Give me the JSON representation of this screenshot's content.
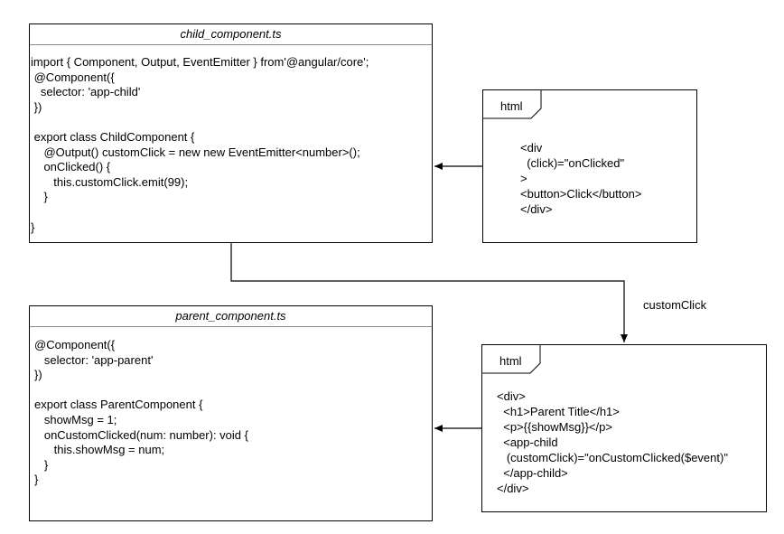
{
  "child_class": {
    "title": "child_component.ts",
    "code": "import { Component, Output, EventEmitter } from'@angular/core';\n @Component({\n   selector: 'app-child'\n })\n\n export class ChildComponent {\n    @Output() customClick = new new EventEmitter<number>();\n    onClicked() {\n       this.customClick.emit(99);\n    }\n\n}"
  },
  "parent_class": {
    "title": "parent_component.ts",
    "code": "@Component({\n   selector: 'app-parent'\n})\n\nexport class ParentComponent {\n   showMsg = 1;\n   onCustomClicked(num: number): void {\n      this.showMsg = num;\n   }\n}"
  },
  "child_template": {
    "tab_label": "html",
    "code": "<div\n  (click)=\"onClicked\"\n>\n<button>Click</button>\n</div>"
  },
  "parent_template": {
    "tab_label": "html",
    "code": "<div>\n  <h1>Parent Title</h1>\n  <p>{{showMsg}}</p>\n  <app-child\n   (customClick)=\"onCustomClicked($event)\"\n  </app-child>\n</div>"
  },
  "edges": {
    "event_label": "customClick"
  }
}
